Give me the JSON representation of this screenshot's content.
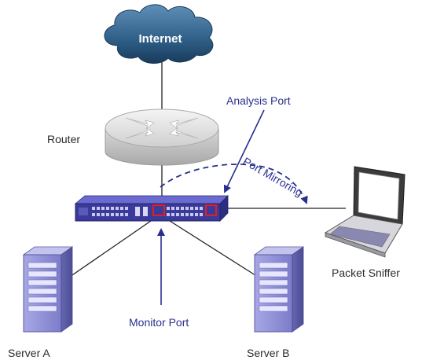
{
  "diagram": {
    "nodes": {
      "internet": "Internet",
      "router": "Router",
      "server_a": "Server A",
      "server_b": "Server B",
      "packet_sniffer": "Packet Sniffer"
    },
    "annotations": {
      "analysis_port": "Analysis Port",
      "port_mirroring": "Port Mirroring",
      "monitor_port": "Monitor Port"
    },
    "colors": {
      "cloud": "#2f5f87",
      "annotation_blue": "#2a2f8f",
      "switch": "#3a3a9a",
      "port_highlight": "#e02020",
      "server": "#8f8fd6"
    }
  }
}
